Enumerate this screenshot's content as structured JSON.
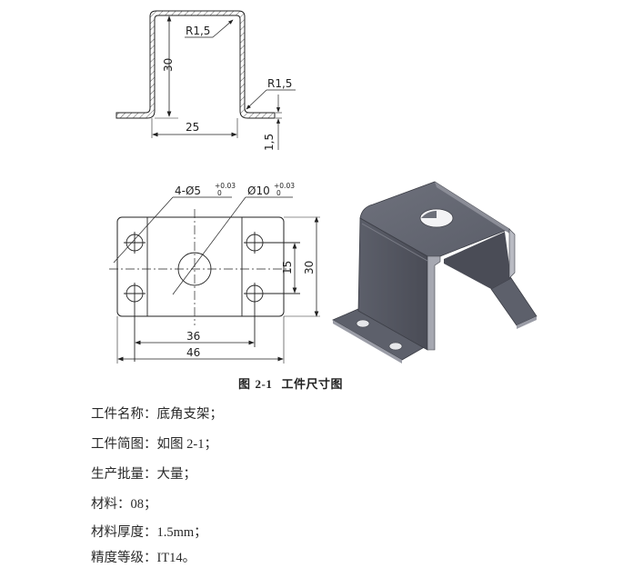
{
  "figure": {
    "section_drawing": {
      "labels": {
        "radius_top": "R1,5",
        "radius_bottom": "R1,5",
        "height": "30",
        "width": "25",
        "thickness": "1,5"
      }
    },
    "plan_drawing": {
      "labels": {
        "small_holes": "4-Ø5",
        "small_holes_tol_upper": "+0.03",
        "small_holes_tol_lower": "0",
        "center_hole": "Ø10",
        "center_hole_tol_upper": "+0.03",
        "center_hole_tol_lower": "0",
        "hole_pitch_vertical": "15",
        "overall_height": "30",
        "hole_pitch_horizontal": "36",
        "overall_width": "46"
      }
    },
    "render_3d": {
      "description": "isometric-bracket-render",
      "color": "#5a5c66"
    }
  },
  "caption": {
    "prefix": "图",
    "number": "2-1",
    "title": "工件尺寸图"
  },
  "specs": [
    {
      "label": "工件名称：",
      "value": "底角支架；"
    },
    {
      "label": "工件简图：",
      "value": "如图 2-1；"
    },
    {
      "label": "生产批量：",
      "value": "大量；"
    },
    {
      "label": "材料：",
      "value": "08；"
    },
    {
      "label": "材料厚度：",
      "value": "1.5mm；"
    },
    {
      "label": "精度等级：",
      "value": "IT14。"
    }
  ]
}
